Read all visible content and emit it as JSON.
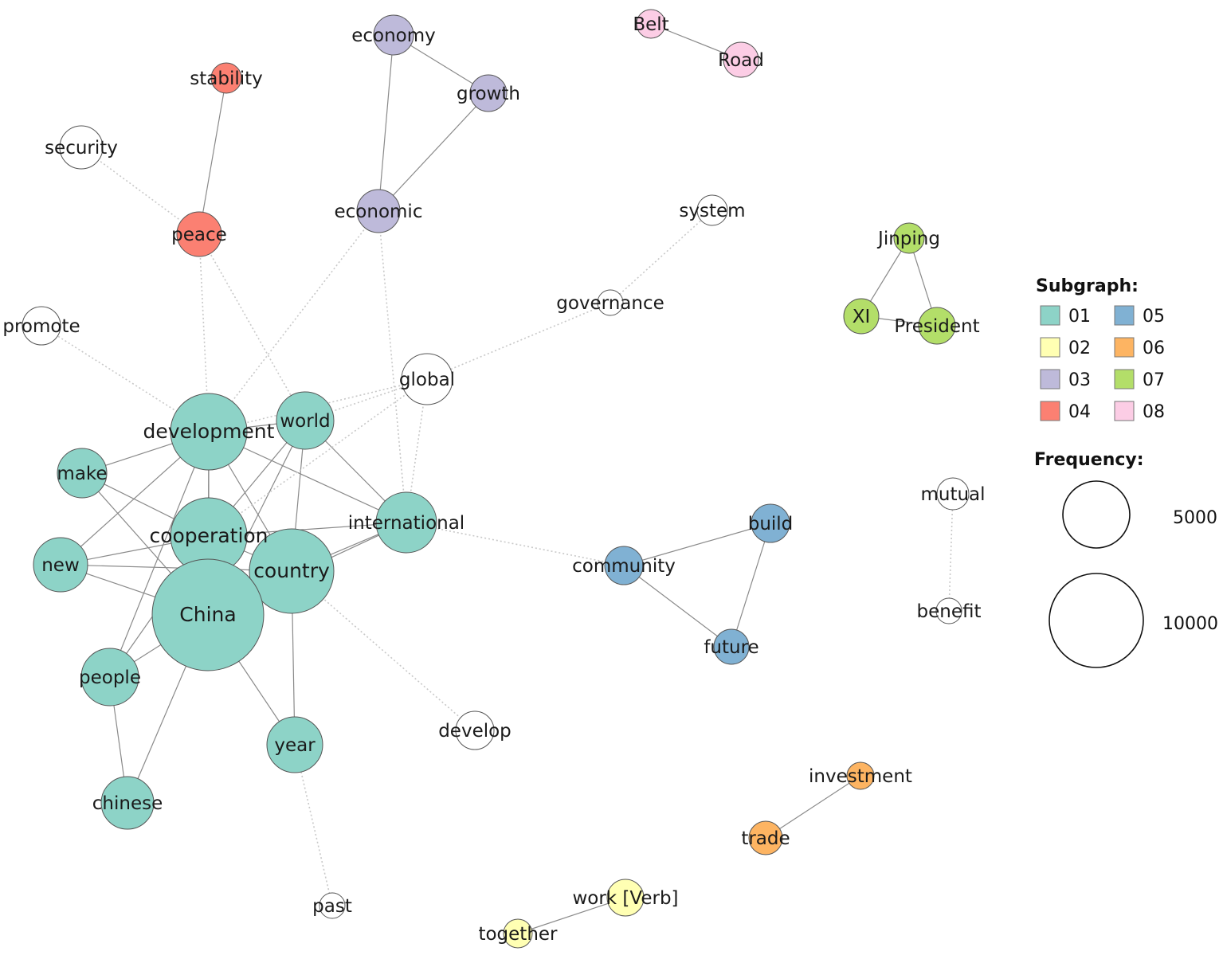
{
  "network": {
    "subgraph_colors": {
      "01": "#8DD3C7",
      "02": "#FFFFB3",
      "03": "#BEBADA",
      "04": "#FB8072",
      "05": "#80B1D3",
      "06": "#FDB462",
      "07": "#B3DE69",
      "08": "#FCCDE5",
      "none": "#FFFFFF"
    },
    "nodes": [
      {
        "id": "economy",
        "label": "economy",
        "group": "03"
      },
      {
        "id": "growth",
        "label": "growth",
        "group": "03"
      },
      {
        "id": "economic",
        "label": "economic",
        "group": "03"
      },
      {
        "id": "stability",
        "label": "stability",
        "group": "04"
      },
      {
        "id": "peace",
        "label": "peace",
        "group": "04"
      },
      {
        "id": "security",
        "label": "security",
        "group": "none"
      },
      {
        "id": "promote",
        "label": "promote",
        "group": "none"
      },
      {
        "id": "belt",
        "label": "Belt",
        "group": "08"
      },
      {
        "id": "road",
        "label": "Road",
        "group": "08"
      },
      {
        "id": "system",
        "label": "system",
        "group": "none"
      },
      {
        "id": "governance",
        "label": "governance",
        "group": "none"
      },
      {
        "id": "global",
        "label": "global",
        "group": "none"
      },
      {
        "id": "jinping",
        "label": "Jinping",
        "group": "07"
      },
      {
        "id": "xi",
        "label": "XI",
        "group": "07"
      },
      {
        "id": "president",
        "label": "President",
        "group": "07"
      },
      {
        "id": "development",
        "label": "development",
        "group": "01"
      },
      {
        "id": "world",
        "label": "world",
        "group": "01"
      },
      {
        "id": "make",
        "label": "make",
        "group": "01"
      },
      {
        "id": "cooperation",
        "label": "cooperation",
        "group": "01"
      },
      {
        "id": "international",
        "label": "international",
        "group": "01"
      },
      {
        "id": "new",
        "label": "new",
        "group": "01"
      },
      {
        "id": "country",
        "label": "country",
        "group": "01"
      },
      {
        "id": "china",
        "label": "China",
        "group": "01"
      },
      {
        "id": "people",
        "label": "people",
        "group": "01"
      },
      {
        "id": "year",
        "label": "year",
        "group": "01"
      },
      {
        "id": "chinese",
        "label": "chinese",
        "group": "01"
      },
      {
        "id": "develop",
        "label": "develop",
        "group": "none"
      },
      {
        "id": "past",
        "label": "past",
        "group": "none"
      },
      {
        "id": "community",
        "label": "community",
        "group": "05"
      },
      {
        "id": "build",
        "label": "build",
        "group": "05"
      },
      {
        "id": "future",
        "label": "future",
        "group": "05"
      },
      {
        "id": "mutual",
        "label": "mutual",
        "group": "none"
      },
      {
        "id": "benefit",
        "label": "benefit",
        "group": "none"
      },
      {
        "id": "investment",
        "label": "investment",
        "group": "06"
      },
      {
        "id": "trade",
        "label": "trade",
        "group": "06"
      },
      {
        "id": "work",
        "label": "work [Verb]",
        "group": "02"
      },
      {
        "id": "together",
        "label": "together",
        "group": "02"
      }
    ],
    "edges": [
      {
        "source": "economy",
        "target": "growth",
        "style": "solid"
      },
      {
        "source": "economy",
        "target": "economic",
        "style": "solid"
      },
      {
        "source": "growth",
        "target": "economic",
        "style": "solid"
      },
      {
        "source": "stability",
        "target": "peace",
        "style": "solid"
      },
      {
        "source": "belt",
        "target": "road",
        "style": "solid"
      },
      {
        "source": "jinping",
        "target": "xi",
        "style": "solid"
      },
      {
        "source": "jinping",
        "target": "president",
        "style": "solid"
      },
      {
        "source": "xi",
        "target": "president",
        "style": "solid"
      },
      {
        "source": "community",
        "target": "build",
        "style": "solid"
      },
      {
        "source": "community",
        "target": "future",
        "style": "solid"
      },
      {
        "source": "build",
        "target": "future",
        "style": "solid"
      },
      {
        "source": "investment",
        "target": "trade",
        "style": "solid"
      },
      {
        "source": "work",
        "target": "together",
        "style": "solid"
      },
      {
        "source": "development",
        "target": "world",
        "style": "solid"
      },
      {
        "source": "development",
        "target": "make",
        "style": "solid"
      },
      {
        "source": "development",
        "target": "cooperation",
        "style": "solid"
      },
      {
        "source": "development",
        "target": "international",
        "style": "solid"
      },
      {
        "source": "development",
        "target": "new",
        "style": "solid"
      },
      {
        "source": "development",
        "target": "country",
        "style": "solid"
      },
      {
        "source": "development",
        "target": "china",
        "style": "solid"
      },
      {
        "source": "development",
        "target": "people",
        "style": "solid"
      },
      {
        "source": "world",
        "target": "cooperation",
        "style": "solid"
      },
      {
        "source": "world",
        "target": "international",
        "style": "solid"
      },
      {
        "source": "world",
        "target": "country",
        "style": "solid"
      },
      {
        "source": "world",
        "target": "china",
        "style": "solid"
      },
      {
        "source": "make",
        "target": "china",
        "style": "solid"
      },
      {
        "source": "make",
        "target": "cooperation",
        "style": "solid"
      },
      {
        "source": "cooperation",
        "target": "country",
        "style": "solid"
      },
      {
        "source": "cooperation",
        "target": "international",
        "style": "solid"
      },
      {
        "source": "cooperation",
        "target": "new",
        "style": "solid"
      },
      {
        "source": "cooperation",
        "target": "china",
        "style": "solid"
      },
      {
        "source": "international",
        "target": "country",
        "style": "solid"
      },
      {
        "source": "international",
        "target": "china",
        "style": "solid"
      },
      {
        "source": "new",
        "target": "country",
        "style": "solid"
      },
      {
        "source": "new",
        "target": "china",
        "style": "solid"
      },
      {
        "source": "country",
        "target": "china",
        "style": "solid"
      },
      {
        "source": "country",
        "target": "year",
        "style": "solid"
      },
      {
        "source": "china",
        "target": "people",
        "style": "solid"
      },
      {
        "source": "china",
        "target": "year",
        "style": "solid"
      },
      {
        "source": "china",
        "target": "chinese",
        "style": "solid"
      },
      {
        "source": "people",
        "target": "chinese",
        "style": "solid"
      },
      {
        "source": "people",
        "target": "cooperation",
        "style": "solid"
      },
      {
        "source": "security",
        "target": "peace",
        "style": "dotted"
      },
      {
        "source": "promote",
        "target": "development",
        "style": "dotted"
      },
      {
        "source": "peace",
        "target": "development",
        "style": "dotted"
      },
      {
        "source": "peace",
        "target": "world",
        "style": "dotted"
      },
      {
        "source": "economic",
        "target": "development",
        "style": "dotted"
      },
      {
        "source": "economic",
        "target": "international",
        "style": "dotted"
      },
      {
        "source": "system",
        "target": "governance",
        "style": "dotted"
      },
      {
        "source": "governance",
        "target": "global",
        "style": "dotted"
      },
      {
        "source": "global",
        "target": "development",
        "style": "dotted"
      },
      {
        "source": "global",
        "target": "world",
        "style": "dotted"
      },
      {
        "source": "global",
        "target": "international",
        "style": "dotted"
      },
      {
        "source": "global",
        "target": "cooperation",
        "style": "dotted"
      },
      {
        "source": "international",
        "target": "community",
        "style": "dotted"
      },
      {
        "source": "country",
        "target": "develop",
        "style": "dotted"
      },
      {
        "source": "year",
        "target": "past",
        "style": "dotted"
      },
      {
        "source": "mutual",
        "target": "benefit",
        "style": "dotted"
      }
    ]
  },
  "legend": {
    "subgraph_title": "Subgraph:",
    "subgraph_items": [
      {
        "label": "01",
        "color": "#8DD3C7"
      },
      {
        "label": "02",
        "color": "#FFFFB3"
      },
      {
        "label": "03",
        "color": "#BEBADA"
      },
      {
        "label": "04",
        "color": "#FB8072"
      },
      {
        "label": "05",
        "color": "#80B1D3"
      },
      {
        "label": "06",
        "color": "#FDB462"
      },
      {
        "label": "07",
        "color": "#B3DE69"
      },
      {
        "label": "08",
        "color": "#FCCDE5"
      }
    ],
    "frequency_title": "Frequency:",
    "frequency_items": [
      {
        "label": "5000",
        "value": 5000
      },
      {
        "label": "10000",
        "value": 10000
      }
    ]
  }
}
